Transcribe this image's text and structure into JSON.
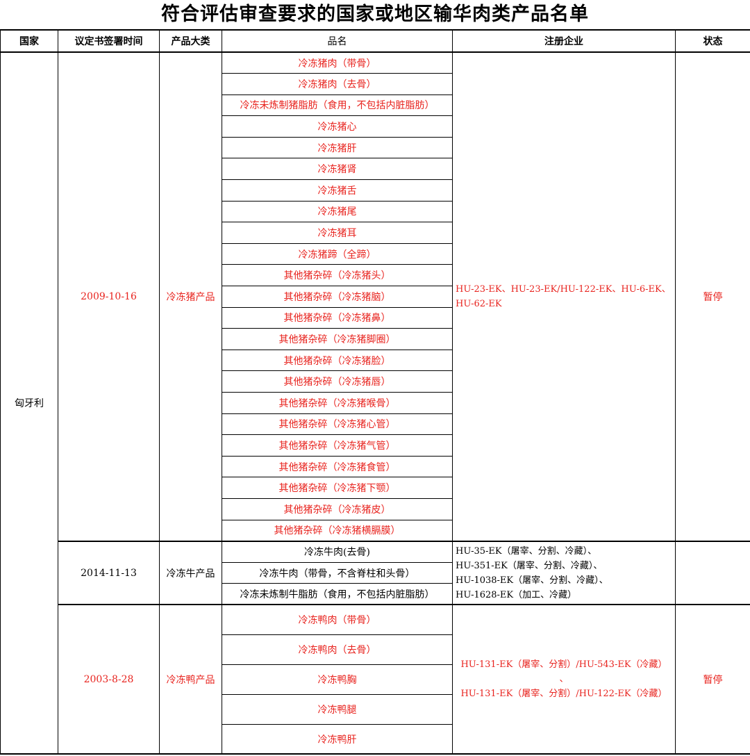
{
  "title": "符合评估审查要求的国家或地区输华肉类产品名单",
  "headers": {
    "country": "国家",
    "date": "议定书签署时间",
    "category": "产品大类",
    "product": "品名",
    "company": "注册企业",
    "status": "状态"
  },
  "country": "匈牙利",
  "groups": [
    {
      "date": "2009-10-16",
      "category": "冷冻猪产品",
      "products": [
        "冷冻猪肉（带骨）",
        "冷冻猪肉（去骨）",
        "冷冻未炼制猪脂肪（食用，不包括内脏脂肪）",
        "冷冻猪心",
        "冷冻猪肝",
        "冷冻猪肾",
        "冷冻猪舌",
        "冷冻猪尾",
        "冷冻猪耳",
        "冷冻猪蹄（全蹄）",
        "其他猪杂碎（冷冻猪头）",
        "其他猪杂碎（冷冻猪脑）",
        "其他猪杂碎（冷冻猪鼻）",
        "其他猪杂碎（冷冻猪脚圈）",
        "其他猪杂碎（冷冻猪脸）",
        "其他猪杂碎（冷冻猪唇）",
        "其他猪杂碎（冷冻猪喉骨）",
        "其他猪杂碎（冷冻猪心管）",
        "其他猪杂碎（冷冻猪气管）",
        "其他猪杂碎（冷冻猪食管）",
        "其他猪杂碎（冷冻猪下颚）",
        "其他猪杂碎（冷冻猪皮）",
        "其他猪杂碎（冷冻猪横膈膜）"
      ],
      "companies": [
        "HU-23-EK、HU-23-EK/HU-122-EK、HU-6-EK、",
        "HU-62-EK"
      ],
      "status": "暂停"
    },
    {
      "date": "2014-11-13",
      "category": "冷冻牛产品",
      "products": [
        "冷冻牛肉(去骨)",
        "冷冻牛肉（带骨，不含脊柱和头骨）",
        "冷冻未炼制牛脂肪（食用，不包括内脏脂肪）"
      ],
      "companies": [
        "HU-35-EK（屠宰、分割、冷藏）、",
        "HU-351-EK（屠宰、分割、冷藏）、",
        "HU-1038-EK（屠宰、分割、冷藏）、",
        "HU-1628-EK（加工、冷藏）"
      ],
      "status": ""
    },
    {
      "date": "2003-8-28",
      "category": "冷冻鸭产品",
      "products": [
        "冷冻鸭肉（带骨）",
        "冷冻鸭肉（去骨）",
        "冷冻鸭胸",
        "冷冻鸭腿",
        "冷冻鸭肝"
      ],
      "companies": [
        "HU-131-EK（屠宰、分割）/HU-543-EK（冷藏）",
        "、",
        "HU-131-EK（屠宰、分割）/HU-122-EK（冷藏）"
      ],
      "status": "暂停"
    }
  ],
  "colors": {
    "highlight": "#e8231e",
    "text": "#000000"
  }
}
